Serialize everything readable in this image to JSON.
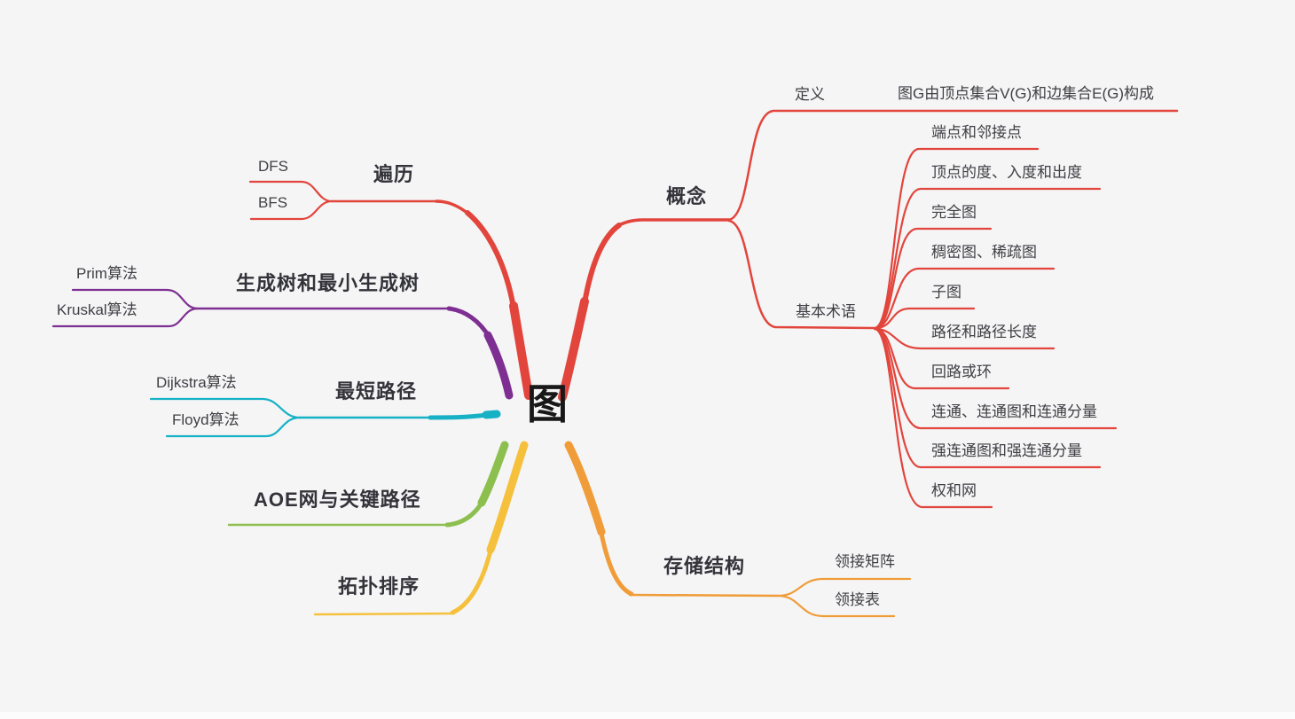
{
  "root": {
    "label": "图"
  },
  "branches": {
    "concept": {
      "label": "概念"
    },
    "definition": {
      "label": "定义",
      "content": "图G由顶点集合V(G)和边集合E(G)构成"
    },
    "basic_terms": {
      "label": "基本术语",
      "items": [
        "端点和邻接点",
        "顶点的度、入度和出度",
        "完全图",
        "稠密图、稀疏图",
        "子图",
        "路径和路径长度",
        "回路或环",
        "连通、连通图和连通分量",
        "强连通图和强连通分量",
        "权和网"
      ]
    },
    "storage": {
      "label": "存储结构",
      "items": [
        "领接矩阵",
        "领接表"
      ]
    },
    "traversal": {
      "label": "遍历",
      "items": [
        "DFS",
        "BFS"
      ]
    },
    "spanning_tree": {
      "label": "生成树和最小生成树",
      "items": [
        "Prim算法",
        "Kruskal算法"
      ]
    },
    "shortest_path": {
      "label": "最短路径",
      "items": [
        "Dijkstra算法",
        "Floyd算法"
      ]
    },
    "aoe": {
      "label": "AOE网与关键路径"
    },
    "topology": {
      "label": "拓扑排序"
    }
  },
  "colors": {
    "concept_branch": "#e2453c",
    "traversal_branch": "#e2453c",
    "spanning_branch": "#7e2f92",
    "shortest_branch": "#17b1c6",
    "aoe_branch": "#8cbf4e",
    "topology_branch": "#f5c13d",
    "storage_branch": "#f09c38",
    "background": "#f5f5f6",
    "text": "#3f3f44",
    "root_text": "#181818"
  }
}
